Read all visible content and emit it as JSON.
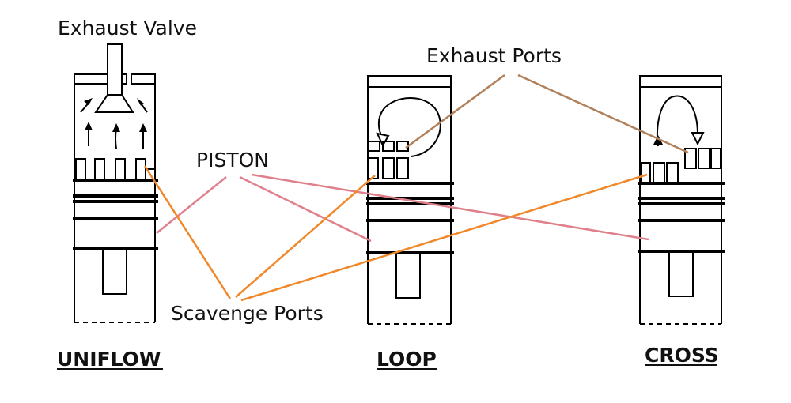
{
  "labels": {
    "exhaust_valve": "Exhaust Valve",
    "exhaust_ports": "Exhaust Ports",
    "piston": "PISTON",
    "scavenge_ports": "Scavenge Ports"
  },
  "titles": {
    "uniflow": "UNIFLOW",
    "loop": "LOOP",
    "cross": "CROSS"
  },
  "colors": {
    "piston_leader": "#e0808c",
    "scavenge_leader": "#f0882a",
    "exhaust_leader": "#b0805a",
    "outline": "#000000"
  }
}
